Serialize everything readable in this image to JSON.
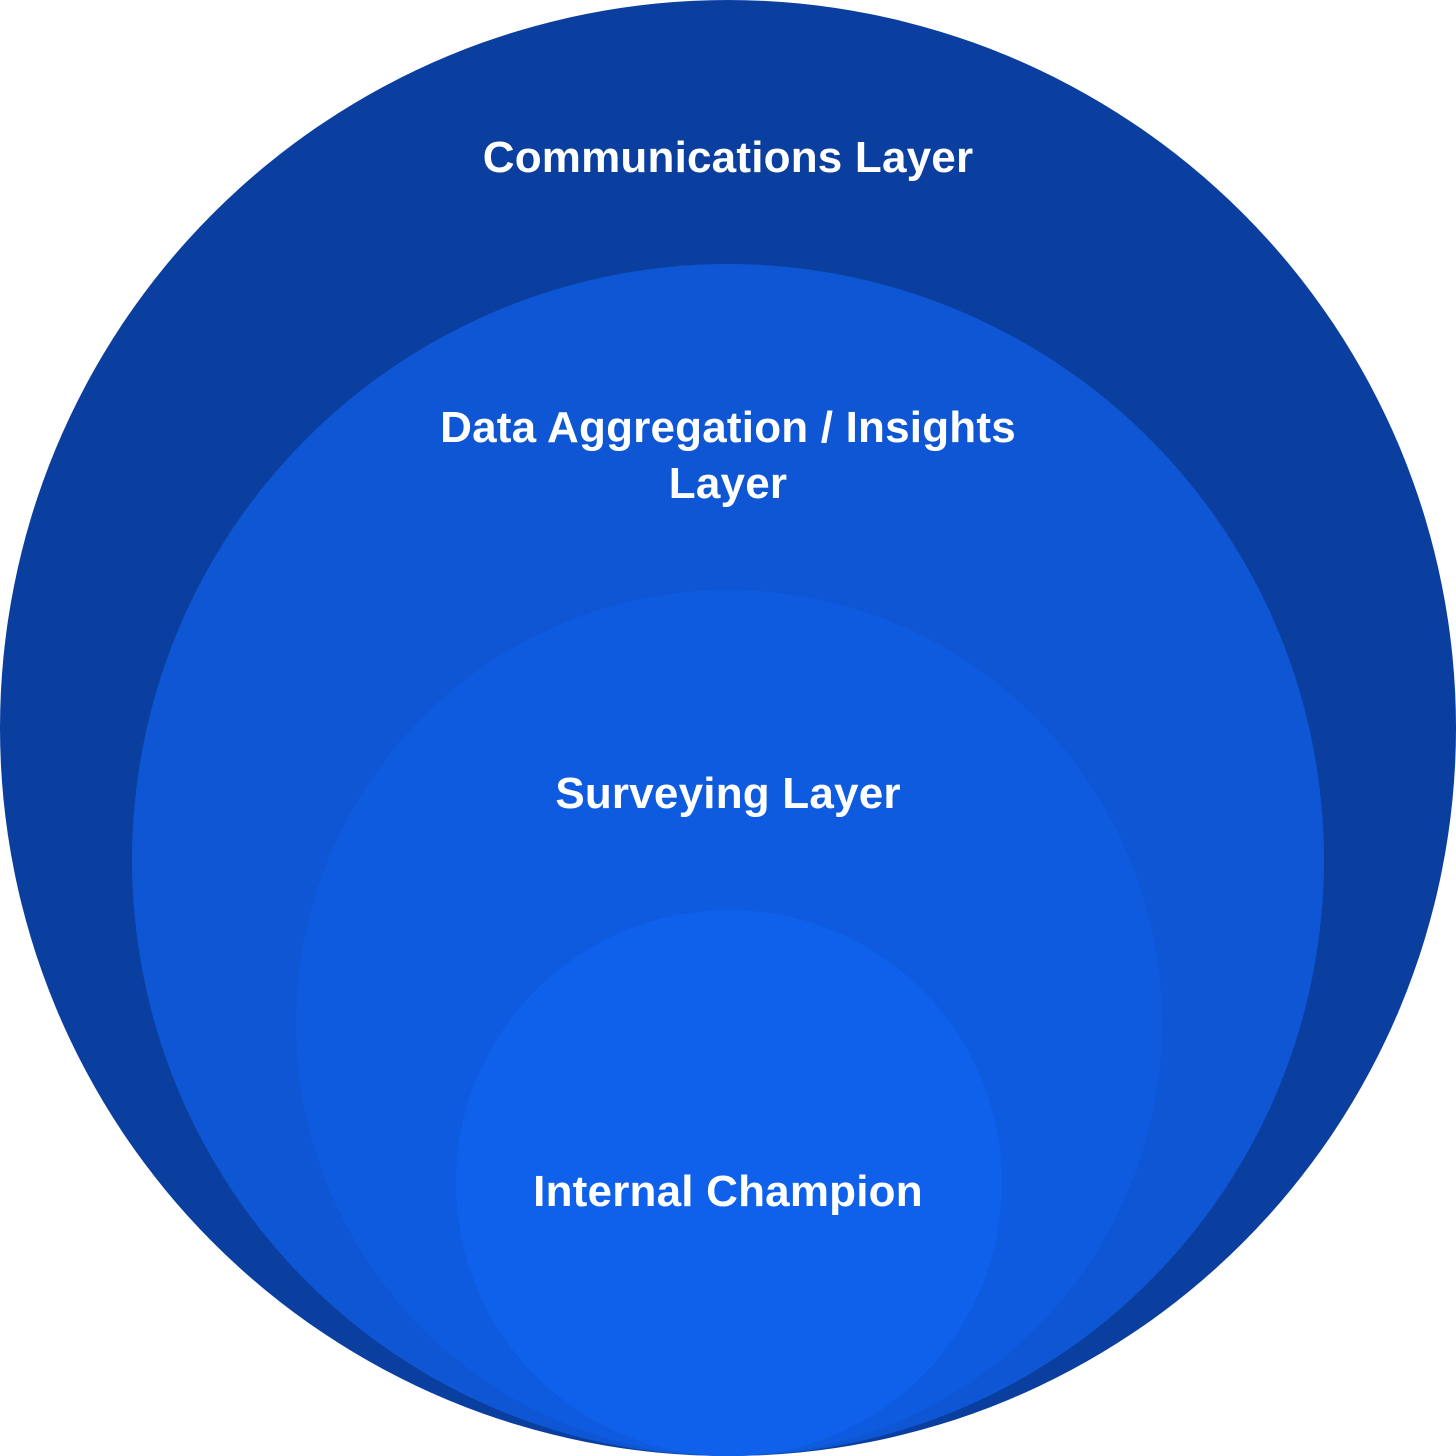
{
  "layers": [
    {
      "label_lines": [
        "Communications Layer"
      ],
      "color": "#0b3f9f"
    },
    {
      "label_lines": [
        "Data Aggregation / Insights",
        "Layer"
      ],
      "color": "#0e56d3"
    },
    {
      "label_lines": [
        "Surveying Layer"
      ],
      "color": "#0f5be0"
    },
    {
      "label_lines": [
        "Internal Champion"
      ],
      "color": "#0f61ec"
    }
  ]
}
